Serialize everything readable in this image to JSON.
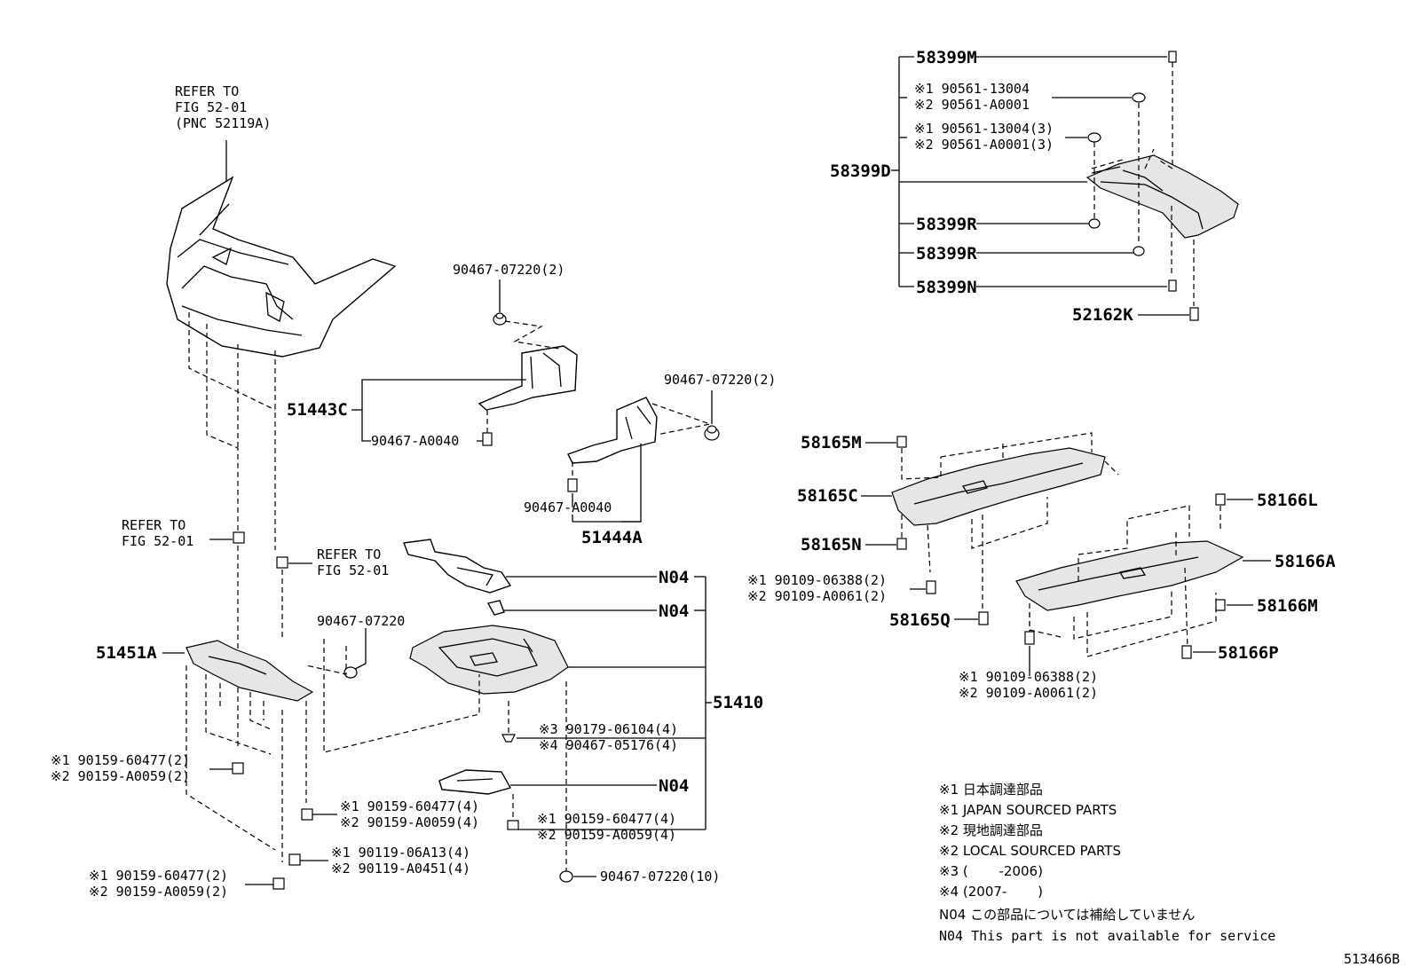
{
  "labels": {
    "refer_bumper_1": "REFER TO",
    "refer_bumper_2": "FIG 52-01",
    "refer_bumper_3": "(PNC 52119A)",
    "p_90467_07220_2a": "90467-07220(2)",
    "p_51443C": "51443C",
    "p_90467_A0040a": "90467-A0040",
    "p_90467_07220_2b": "90467-07220(2)",
    "p_90467_A0040b": "90467-A0040",
    "p_51444A": "51444A",
    "refer_a_1": "REFER TO",
    "refer_a_2": "FIG 52-01",
    "refer_b_1": "REFER TO",
    "refer_b_2": "FIG 52-01",
    "n04_a": "N04",
    "n04_b": "N04",
    "n04_c": "N04",
    "p_90467_07220": "90467-07220",
    "p_51451A": "51451A",
    "p_51410": "51410",
    "p_s3_90179": "※3 90179-06104(4)",
    "p_s4_90467": "※4 90467-05176(4)",
    "p_s1_90159_2a": "※1 90159-60477(2)",
    "p_s2_90159_2a": "※2 90159-A0059(2)",
    "p_s1_90159_4a": "※1 90159-60477(4)",
    "p_s2_90159_4a": "※2 90159-A0059(4)",
    "p_s1_90159_4b": "※1 90159-60477(4)",
    "p_s2_90159_4b": "※2 90159-A0059(4)",
    "p_s1_90119": "※1 90119-06A13(4)",
    "p_s2_90119": "※2 90119-A0451(4)",
    "p_90467_07220_10": "90467-07220(10)",
    "p_s1_90159_2b": "※1 90159-60477(2)",
    "p_s2_90159_2b": "※2 90159-A0059(2)",
    "p_58399M": "58399M",
    "p_s1_90561_a": "※1 90561-13004",
    "p_s2_90561_a": "※2 90561-A0001",
    "p_s1_90561_b": "※1 90561-13004(3)",
    "p_s2_90561_b": "※2 90561-A0001(3)",
    "p_58399D": "58399D",
    "p_58399R_a": "58399R",
    "p_58399R_b": "58399R",
    "p_58399N": "58399N",
    "p_52162K": "52162K",
    "p_58165M": "58165M",
    "p_58165C": "58165C",
    "p_58165N": "58165N",
    "p_s1_90109_a": "※1 90109-06388(2)",
    "p_s2_90109_a": "※2 90109-A0061(2)",
    "p_58165Q": "58165Q",
    "p_58166L": "58166L",
    "p_58166A": "58166A",
    "p_58166M": "58166M",
    "p_58166P": "58166P",
    "p_s1_90109_b": "※1 90109-06388(2)",
    "p_s2_90109_b": "※2 90109-A0061(2)"
  },
  "notes": {
    "n1": "※1 日本調達部品",
    "n2": "※1 JAPAN SOURCED PARTS",
    "n3": "※2 現地調達部品",
    "n4": "※2 LOCAL SOURCED PARTS",
    "n5": "※3 (　　 -2006)",
    "n6": "※4 (2007-　　 )",
    "n7": "N04 この部品については補給していません",
    "n8": "N04 This part is not available for service"
  },
  "figure_id": "513466B"
}
